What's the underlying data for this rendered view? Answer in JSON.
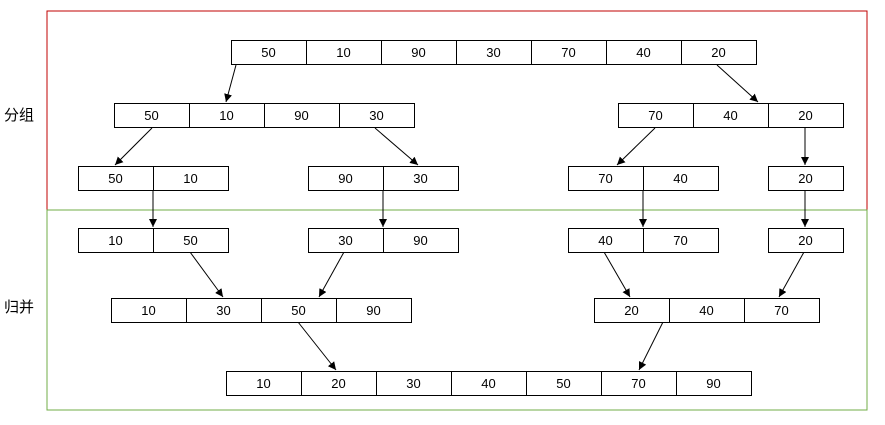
{
  "labels": {
    "split": "分组",
    "merge": "归并"
  },
  "colors": {
    "split_region": "#c00000",
    "merge_region": "#70ad47",
    "line": "#000000",
    "text": "#000000"
  },
  "rows": [
    {
      "id": "r1",
      "cells": [
        "50",
        "10",
        "90",
        "30",
        "70",
        "40",
        "20"
      ]
    },
    {
      "id": "r2a",
      "cells": [
        "50",
        "10",
        "90",
        "30"
      ]
    },
    {
      "id": "r2b",
      "cells": [
        "70",
        "40",
        "20"
      ]
    },
    {
      "id": "r3a",
      "cells": [
        "50",
        "10"
      ]
    },
    {
      "id": "r3b",
      "cells": [
        "90",
        "30"
      ]
    },
    {
      "id": "r3c",
      "cells": [
        "70",
        "40"
      ]
    },
    {
      "id": "r3d",
      "cells": [
        "20"
      ]
    },
    {
      "id": "r4a",
      "cells": [
        "10",
        "50"
      ]
    },
    {
      "id": "r4b",
      "cells": [
        "30",
        "90"
      ]
    },
    {
      "id": "r4c",
      "cells": [
        "40",
        "70"
      ]
    },
    {
      "id": "r4d",
      "cells": [
        "20"
      ]
    },
    {
      "id": "r5a",
      "cells": [
        "10",
        "30",
        "50",
        "90"
      ]
    },
    {
      "id": "r5b",
      "cells": [
        "20",
        "40",
        "70"
      ]
    },
    {
      "id": "r6",
      "cells": [
        "10",
        "20",
        "30",
        "40",
        "50",
        "70",
        "90"
      ]
    }
  ]
}
